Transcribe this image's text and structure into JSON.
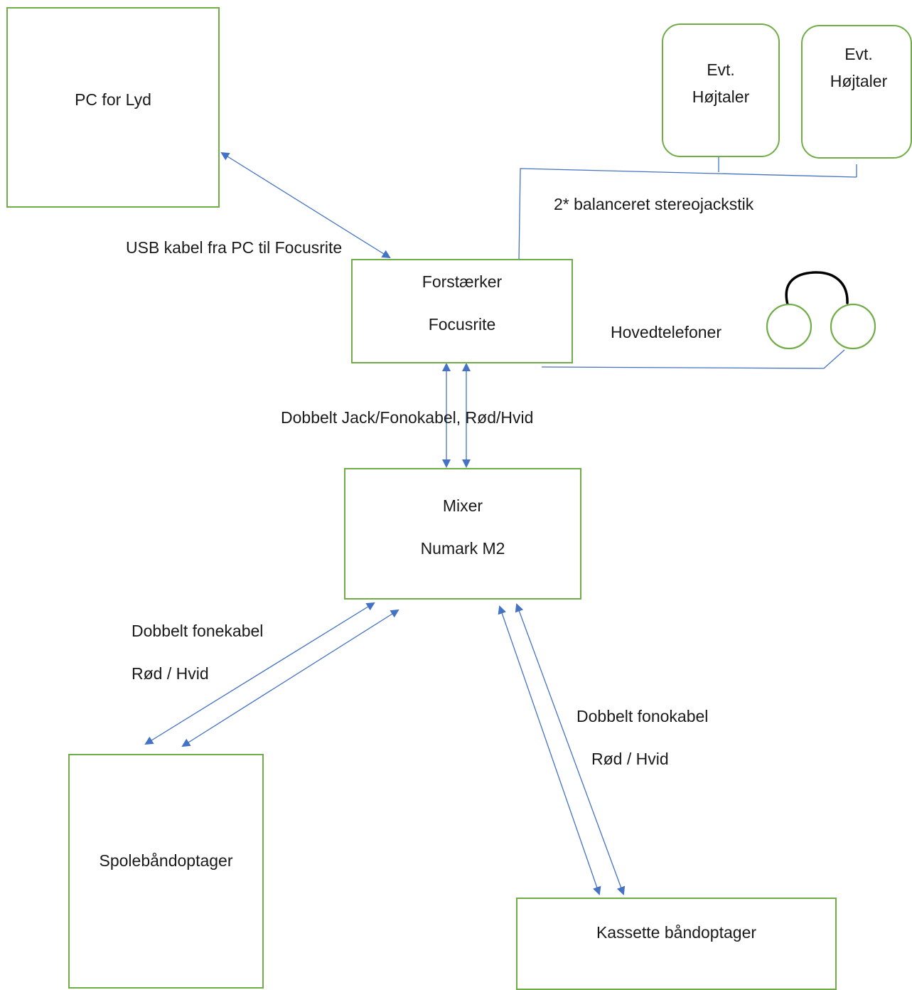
{
  "nodes": {
    "pc": "PC for Lyd",
    "amp_title": "Forstærker",
    "amp_model": "Focusrite",
    "speaker_left_line1": "Evt.",
    "speaker_left_line2": "Højtaler",
    "speaker_right_line1": "Evt.",
    "speaker_right_line2": "Højtaler",
    "mixer_title": "Mixer",
    "mixer_model": "Numark M2",
    "reel": "Spolebåndoptager",
    "cassette": "Kassette båndoptager"
  },
  "labels": {
    "usb": "USB kabel fra PC til Focusrite",
    "speaker_cable": "2* balanceret stereojackstik",
    "headphones": "Hovedtelefoner",
    "jack": "Dobbelt Jack/Fonokabel, Rød/Hvid",
    "reel_cable_line1": "Dobbelt fonekabel",
    "reel_cable_line2": "Rød / Hvid",
    "cassette_cable_line1": "Dobbelt fonokabel",
    "cassette_cable_line2": "Rød / Hvid"
  },
  "colors": {
    "box_border": "#70ad47",
    "connector": "#4472c4",
    "headband": "#000000"
  }
}
